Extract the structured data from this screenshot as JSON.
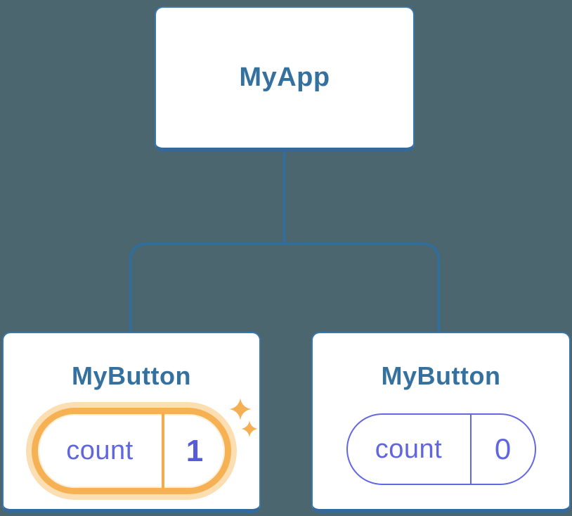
{
  "diagram": {
    "description": "React component tree with state",
    "root": {
      "title": "MyApp"
    },
    "children": [
      {
        "title": "MyButton",
        "state": {
          "label": "count",
          "value": "1"
        },
        "highlighted": true
      },
      {
        "title": "MyButton",
        "state": {
          "label": "count",
          "value": "0"
        },
        "highlighted": false
      }
    ]
  },
  "colors": {
    "background": "#4C6670",
    "node_background": "#FFFFFF",
    "node_border": "#3B78A9",
    "node_border_bottom": "#33699C",
    "connector": "#2E6F9F",
    "node_title": "#35719E",
    "state_text": "#6065E0",
    "state_value_active": "#575CD8",
    "state_border": "#6467E4",
    "highlight_ring": "#F7B155",
    "highlight_glow": "#FBDFB3",
    "highlight_divider": "#F2A94F",
    "sparkle": "#F5B054"
  },
  "icons": {
    "sparkle_big": "sparkle-icon",
    "sparkle_small": "sparkle-icon"
  }
}
